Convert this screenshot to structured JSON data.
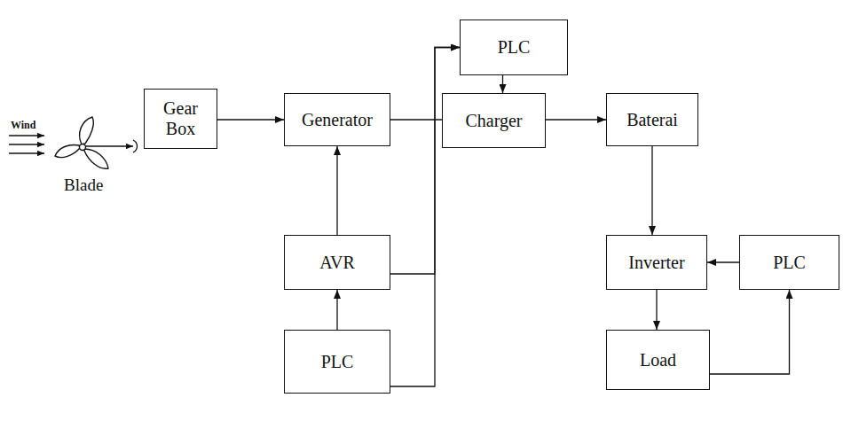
{
  "diagram": {
    "nodes": [
      {
        "text": [
          "PLC"
        ]
      },
      {
        "text": [
          "Gear Box"
        ]
      },
      {
        "text": [
          "Generator"
        ]
      },
      {
        "text": [
          "Charger"
        ]
      },
      {
        "text": [
          "Baterai"
        ]
      },
      {
        "text": [
          "AVR"
        ]
      },
      {
        "text": [
          "Inverter"
        ]
      },
      {
        "text": [
          "PLC"
        ]
      },
      {
        "text": [
          "PLC"
        ]
      },
      {
        "text": [
          "Load"
        ]
      }
    ],
    "edges": [
      {
        "from": 1,
        "to": 2,
        "arrow": "to"
      },
      {
        "from": 2,
        "to": 3,
        "arrow": "none"
      },
      {
        "from": 5,
        "to": 2,
        "arrow": "to"
      },
      {
        "from": 8,
        "to": 5,
        "arrow": "to"
      },
      {
        "from": 5,
        "to": 0,
        "arrow": "to"
      },
      {
        "from": 8,
        "to": 0,
        "arrow": "to"
      },
      {
        "from": 0,
        "to": 3,
        "arrow": "to"
      },
      {
        "from": 3,
        "to": 4,
        "arrow": "to"
      },
      {
        "from": 4,
        "to": 6,
        "arrow": "to"
      },
      {
        "from": 7,
        "to": 6,
        "arrow": "to"
      },
      {
        "from": 6,
        "to": 9,
        "arrow": "to"
      },
      {
        "from": 9,
        "to": 7,
        "arrow": "to"
      }
    ],
    "labels": [
      "Wind",
      "Blade"
    ]
  }
}
